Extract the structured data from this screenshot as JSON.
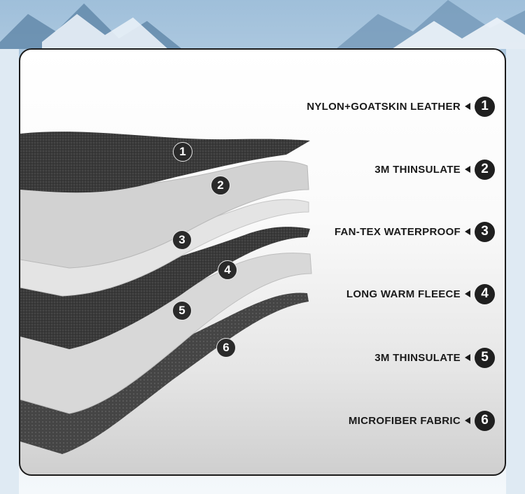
{
  "layers": [
    {
      "number": "1",
      "label": "NYLON+GOATSKIN LEATHER"
    },
    {
      "number": "2",
      "label": "3M THINSULATE"
    },
    {
      "number": "3",
      "label": "FAN-TEX WATERPROOF"
    },
    {
      "number": "4",
      "label": "LONG WARM FLEECE"
    },
    {
      "number": "5",
      "label": "3M THINSULATE"
    },
    {
      "number": "6",
      "label": "MICROFIBER FABRIC"
    }
  ],
  "layer_marks": [
    "1",
    "2",
    "3",
    "4",
    "5",
    "6"
  ],
  "colors": {
    "card_border": "#1b1b1b",
    "badge": "#1f1f1f",
    "label_text": "#1a1a1a",
    "sky": "#a9c7df"
  }
}
